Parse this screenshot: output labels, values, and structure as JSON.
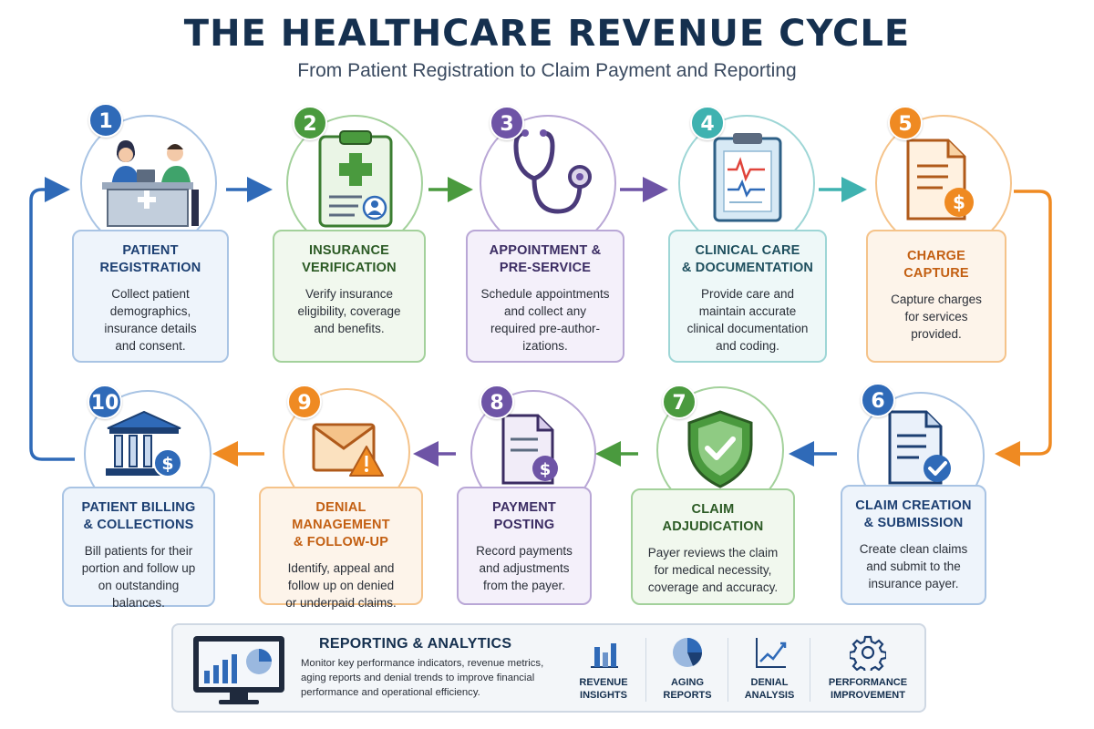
{
  "title": "THE HEALTHCARE REVENUE CYCLE",
  "subtitle": "From Patient Registration to Claim Payment and Reporting",
  "steps": [
    {
      "num": "1",
      "title": "PATIENT\nREGISTRATION",
      "desc": "Collect patient\ndemographics,\ninsurance details\nand consent.",
      "icon": "patient-registration-icon",
      "theme": "blue"
    },
    {
      "num": "2",
      "title": "INSURANCE\nVERIFICATION",
      "desc": "Verify insurance\neligibility, coverage\nand benefits.",
      "icon": "clipboard-insurance-icon",
      "theme": "green"
    },
    {
      "num": "3",
      "title": "APPOINTMENT &\nPRE-SERVICE",
      "desc": "Schedule appointments\nand collect any\nrequired pre-author-\nizations.",
      "icon": "stethoscope-icon",
      "theme": "purple"
    },
    {
      "num": "4",
      "title": "CLINICAL CARE\n& DOCUMENTATION",
      "desc": "Provide care and\nmaintain accurate\nclinical documentation\nand coding.",
      "icon": "clipboard-chart-icon",
      "theme": "teal"
    },
    {
      "num": "5",
      "title": "CHARGE\nCAPTURE",
      "desc": "Capture charges\nfor services\nprovided.",
      "icon": "document-dollar-icon",
      "theme": "orange"
    },
    {
      "num": "6",
      "title": "CLAIM CREATION\n& SUBMISSION",
      "desc": "Create clean claims\nand submit to the\ninsurance payer.",
      "icon": "document-check-icon",
      "theme": "blue"
    },
    {
      "num": "7",
      "title": "CLAIM ADJUDICATION",
      "desc": "Payer reviews the claim\nfor medical necessity,\ncoverage and accuracy.",
      "icon": "shield-check-icon",
      "theme": "green"
    },
    {
      "num": "8",
      "title": "PAYMENT\nPOSTING",
      "desc": "Record payments\nand adjustments\nfrom the payer.",
      "icon": "document-dollar-icon",
      "theme": "purple"
    },
    {
      "num": "9",
      "title": "DENIAL MANAGEMENT\n& FOLLOW-UP",
      "desc": "Identify, appeal and\nfollow up on denied\nor underpaid claims.",
      "icon": "envelope-warning-icon",
      "theme": "orange"
    },
    {
      "num": "10",
      "title": "PATIENT BILLING\n& COLLECTIONS",
      "desc": "Bill patients for their\nportion and follow up\non outstanding\nbalances.",
      "icon": "bank-dollar-icon",
      "theme": "blue"
    }
  ],
  "reporting": {
    "title": "REPORTING & ANALYTICS",
    "desc": "Monitor key performance indicators, revenue metrics, aging reports and denial trends to improve financial performance and operational efficiency.",
    "kpis": [
      {
        "label": "REVENUE\nINSIGHTS",
        "icon": "bar-chart-icon"
      },
      {
        "label": "AGING\nREPORTS",
        "icon": "pie-chart-icon"
      },
      {
        "label": "DENIAL\nANALYSIS",
        "icon": "line-chart-icon"
      },
      {
        "label": "PERFORMANCE\nIMPROVEMENT",
        "icon": "gear-icon"
      }
    ]
  },
  "colors": {
    "blue": "#2f6ab8",
    "green": "#4a9a3e",
    "purple": "#6e54a6",
    "teal": "#3fb2b0",
    "orange": "#ef8a22",
    "navy": "#15304f"
  }
}
